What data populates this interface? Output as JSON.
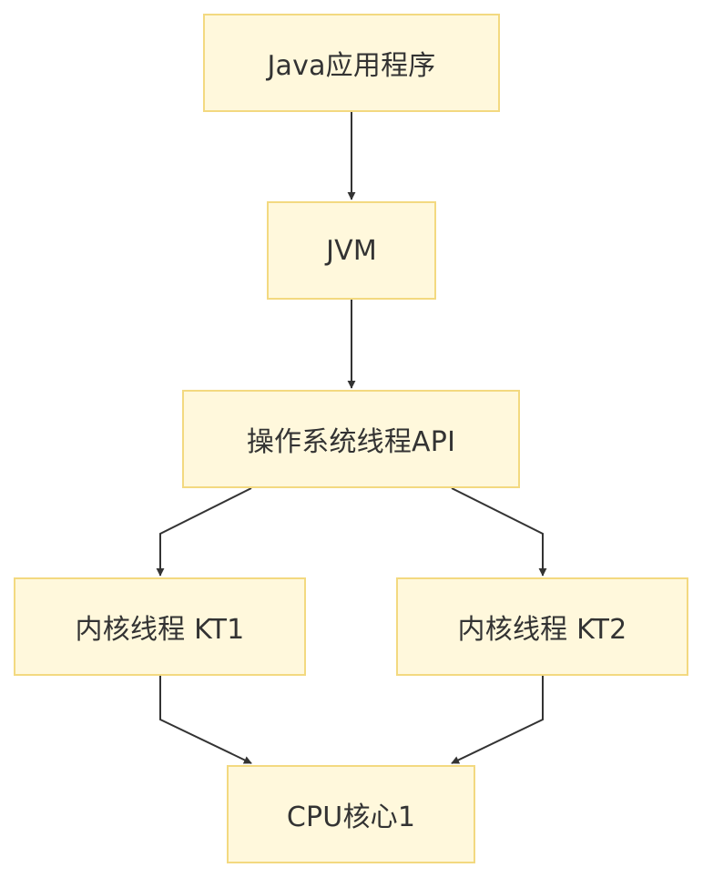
{
  "diagram": {
    "nodes": [
      {
        "id": "java",
        "label": "Java应用程序"
      },
      {
        "id": "jvm",
        "label": "JVM"
      },
      {
        "id": "api",
        "label": "操作系统线程API"
      },
      {
        "id": "kt1",
        "label": "内核线程 KT1"
      },
      {
        "id": "kt2",
        "label": "内核线程 KT2"
      },
      {
        "id": "cpu",
        "label": "CPU核心1"
      }
    ],
    "edges": [
      {
        "from": "java",
        "to": "jvm"
      },
      {
        "from": "jvm",
        "to": "api"
      },
      {
        "from": "api",
        "to": "kt1"
      },
      {
        "from": "api",
        "to": "kt2"
      },
      {
        "from": "kt1",
        "to": "cpu"
      },
      {
        "from": "kt2",
        "to": "cpu"
      }
    ],
    "colors": {
      "node_fill": "#fff8dc",
      "node_border": "#f3d980",
      "edge": "#333333",
      "text": "#333333"
    }
  }
}
